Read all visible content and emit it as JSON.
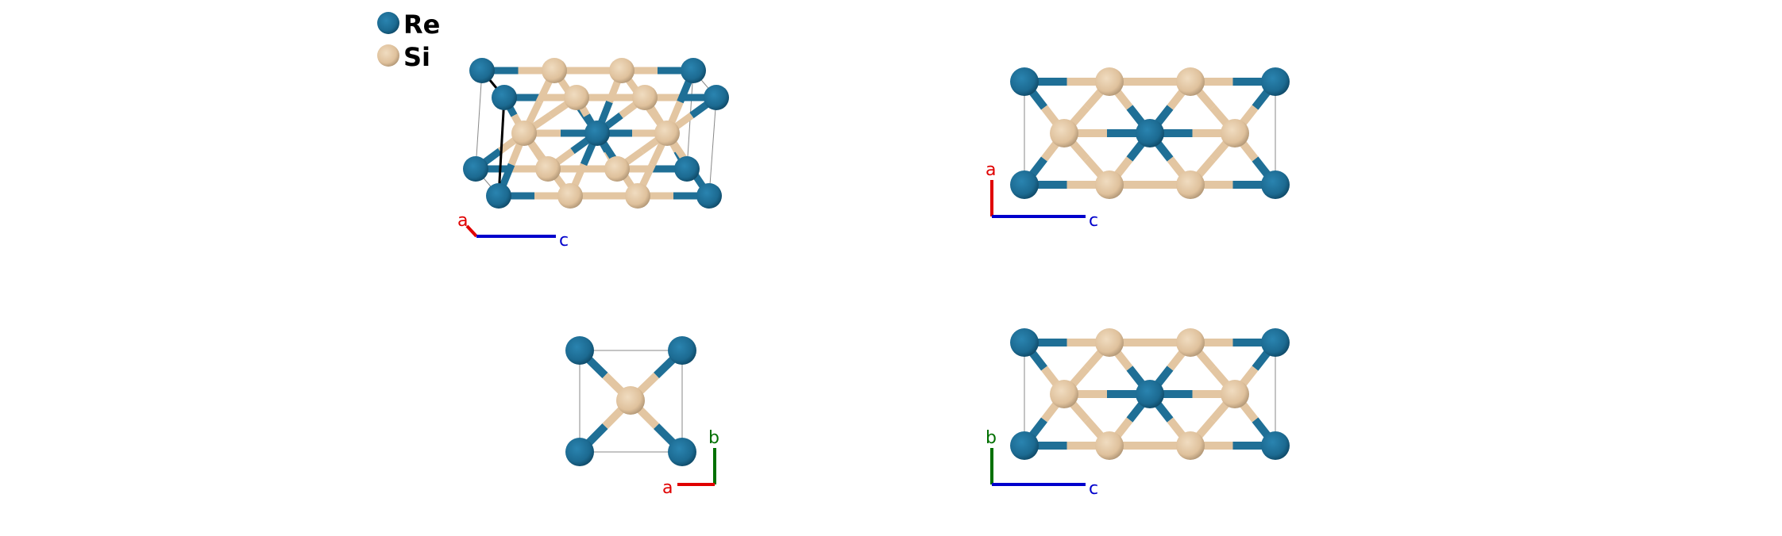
{
  "legend": [
    {
      "element": "Re",
      "color": "#1f6f96"
    },
    {
      "element": "Si",
      "color": "#e3c6a2"
    }
  ],
  "views": [
    {
      "name": "perspective-view",
      "axes": [
        {
          "label": "a",
          "color": "#e00000"
        },
        {
          "label": "c",
          "color": "#0000cc"
        }
      ]
    },
    {
      "name": "view-along-b",
      "axes": [
        {
          "label": "a",
          "color": "#e00000"
        },
        {
          "label": "c",
          "color": "#0000cc"
        }
      ]
    },
    {
      "name": "view-along-c",
      "axes": [
        {
          "label": "a",
          "color": "#e00000"
        },
        {
          "label": "b",
          "color": "#007000"
        }
      ]
    },
    {
      "name": "view-along-a",
      "axes": [
        {
          "label": "b",
          "color": "#007000"
        },
        {
          "label": "c",
          "color": "#0000cc"
        }
      ]
    }
  ]
}
